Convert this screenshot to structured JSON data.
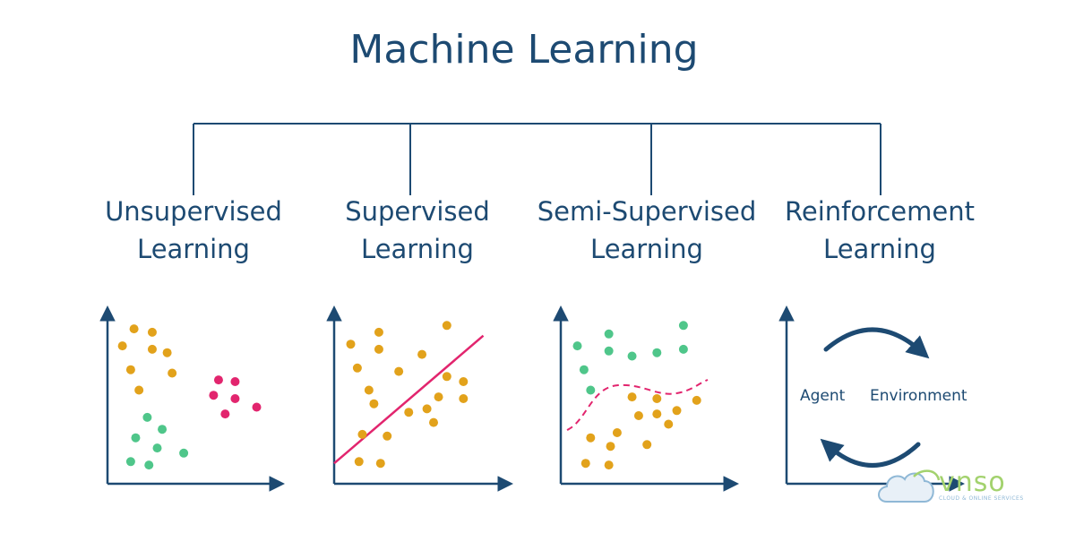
{
  "title": "Machine Learning",
  "categories": [
    {
      "line1": "Unsupervised",
      "line2": "Learning"
    },
    {
      "line1": "Supervised",
      "line2": "Learning"
    },
    {
      "line1": "Semi-Supervised",
      "line2": "Learning"
    },
    {
      "line1": "Reinforcement",
      "line2": "Learning"
    }
  ],
  "reinforcement": {
    "agent": "Agent",
    "environment": "Environment"
  },
  "logo": {
    "name": "vnso",
    "tagline": "CLOUD & ONLINE SERVICES"
  },
  "colors": {
    "navy": "#1d4a72",
    "yellow": "#e2a21b",
    "green": "#4fc68a",
    "pink": "#e2256e"
  },
  "chart_data": [
    {
      "type": "scatter",
      "series": [
        {
          "color": "yellow",
          "points": [
            [
              0.16,
              0.91
            ],
            [
              0.27,
              0.89
            ],
            [
              0.09,
              0.81
            ],
            [
              0.27,
              0.79
            ],
            [
              0.36,
              0.77
            ],
            [
              0.14,
              0.67
            ],
            [
              0.39,
              0.65
            ],
            [
              0.19,
              0.55
            ]
          ]
        },
        {
          "color": "pink",
          "points": [
            [
              0.67,
              0.61
            ],
            [
              0.77,
              0.6
            ],
            [
              0.64,
              0.52
            ],
            [
              0.77,
              0.5
            ],
            [
              0.71,
              0.41
            ],
            [
              0.9,
              0.45
            ]
          ]
        },
        {
          "color": "green",
          "points": [
            [
              0.24,
              0.39
            ],
            [
              0.33,
              0.32
            ],
            [
              0.17,
              0.27
            ],
            [
              0.3,
              0.21
            ],
            [
              0.46,
              0.18
            ],
            [
              0.14,
              0.13
            ],
            [
              0.25,
              0.11
            ]
          ]
        }
      ]
    },
    {
      "type": "scatter",
      "series": [
        {
          "color": "yellow",
          "points": [
            [
              0.27,
              0.89
            ],
            [
              0.1,
              0.82
            ],
            [
              0.27,
              0.79
            ],
            [
              0.68,
              0.93
            ],
            [
              0.53,
              0.76
            ],
            [
              0.14,
              0.68
            ],
            [
              0.39,
              0.66
            ],
            [
              0.21,
              0.55
            ],
            [
              0.68,
              0.63
            ],
            [
              0.78,
              0.6
            ],
            [
              0.63,
              0.51
            ],
            [
              0.78,
              0.5
            ],
            [
              0.24,
              0.47
            ],
            [
              0.45,
              0.42
            ],
            [
              0.56,
              0.44
            ],
            [
              0.6,
              0.36
            ],
            [
              0.32,
              0.28
            ],
            [
              0.17,
              0.29
            ],
            [
              0.28,
              0.12
            ],
            [
              0.15,
              0.13
            ]
          ]
        }
      ],
      "line": {
        "color": "pink",
        "from": [
          0.0,
          0.12
        ],
        "to": [
          0.9,
          0.87
        ]
      }
    },
    {
      "type": "scatter",
      "series": [
        {
          "color": "green",
          "points": [
            [
              0.1,
              0.81
            ],
            [
              0.29,
              0.88
            ],
            [
              0.29,
              0.78
            ],
            [
              0.43,
              0.75
            ],
            [
              0.58,
              0.77
            ],
            [
              0.74,
              0.93
            ],
            [
              0.74,
              0.79
            ],
            [
              0.14,
              0.67
            ],
            [
              0.18,
              0.55
            ]
          ]
        },
        {
          "color": "yellow",
          "points": [
            [
              0.43,
              0.51
            ],
            [
              0.58,
              0.5
            ],
            [
              0.82,
              0.49
            ],
            [
              0.58,
              0.41
            ],
            [
              0.7,
              0.43
            ],
            [
              0.47,
              0.4
            ],
            [
              0.65,
              0.35
            ],
            [
              0.34,
              0.3
            ],
            [
              0.18,
              0.27
            ],
            [
              0.3,
              0.22
            ],
            [
              0.52,
              0.23
            ],
            [
              0.15,
              0.12
            ],
            [
              0.29,
              0.11
            ]
          ]
        }
      ],
      "dashed_boundary": {
        "color": "pink"
      }
    }
  ]
}
